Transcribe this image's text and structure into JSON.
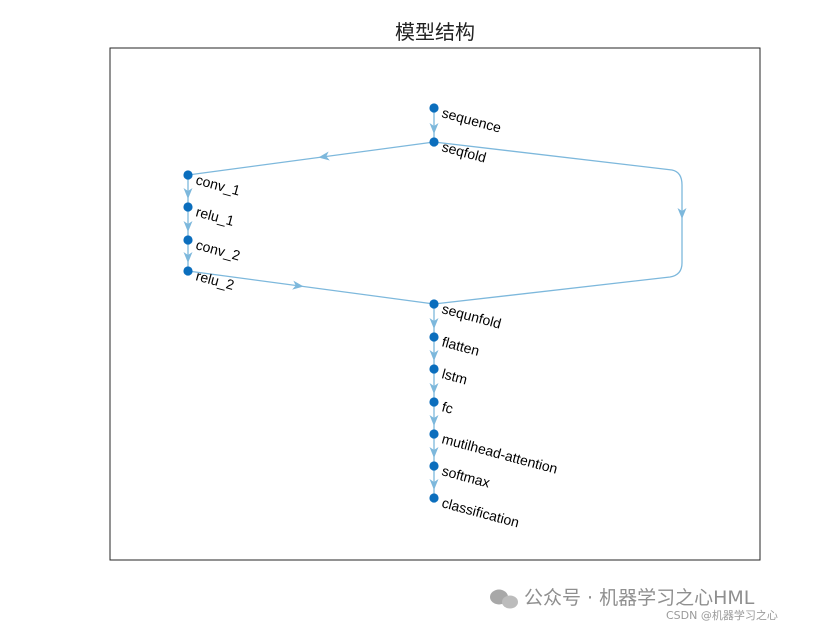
{
  "title": "模型结构",
  "diagram": {
    "type": "layer-graph",
    "nodes": [
      {
        "id": "sequence",
        "label": "sequence"
      },
      {
        "id": "seqfold",
        "label": "seqfold"
      },
      {
        "id": "conv_1",
        "label": "conv_1"
      },
      {
        "id": "relu_1",
        "label": "relu_1"
      },
      {
        "id": "conv_2",
        "label": "conv_2"
      },
      {
        "id": "relu_2",
        "label": "relu_2"
      },
      {
        "id": "sequnfold",
        "label": "sequnfold"
      },
      {
        "id": "flatten",
        "label": "flatten"
      },
      {
        "id": "lstm",
        "label": "lstm"
      },
      {
        "id": "fc",
        "label": "fc"
      },
      {
        "id": "mutilhead-attention",
        "label": "mutilhead-attention"
      },
      {
        "id": "softmax",
        "label": "softmax"
      },
      {
        "id": "classification",
        "label": "classification"
      }
    ],
    "edges": [
      [
        "sequence",
        "seqfold"
      ],
      [
        "seqfold",
        "conv_1"
      ],
      [
        "seqfold",
        "sequnfold"
      ],
      [
        "conv_1",
        "relu_1"
      ],
      [
        "relu_1",
        "conv_2"
      ],
      [
        "conv_2",
        "relu_2"
      ],
      [
        "relu_2",
        "sequnfold"
      ],
      [
        "sequnfold",
        "flatten"
      ],
      [
        "flatten",
        "lstm"
      ],
      [
        "lstm",
        "fc"
      ],
      [
        "fc",
        "mutilhead-attention"
      ],
      [
        "mutilhead-attention",
        "softmax"
      ],
      [
        "softmax",
        "classification"
      ]
    ],
    "colors": {
      "node": "#0b6ebd",
      "edge": "#7db8dc"
    }
  },
  "watermark": {
    "main": "公众号 · 机器学习之心HML",
    "small": "CSDN @机器学习之心"
  }
}
